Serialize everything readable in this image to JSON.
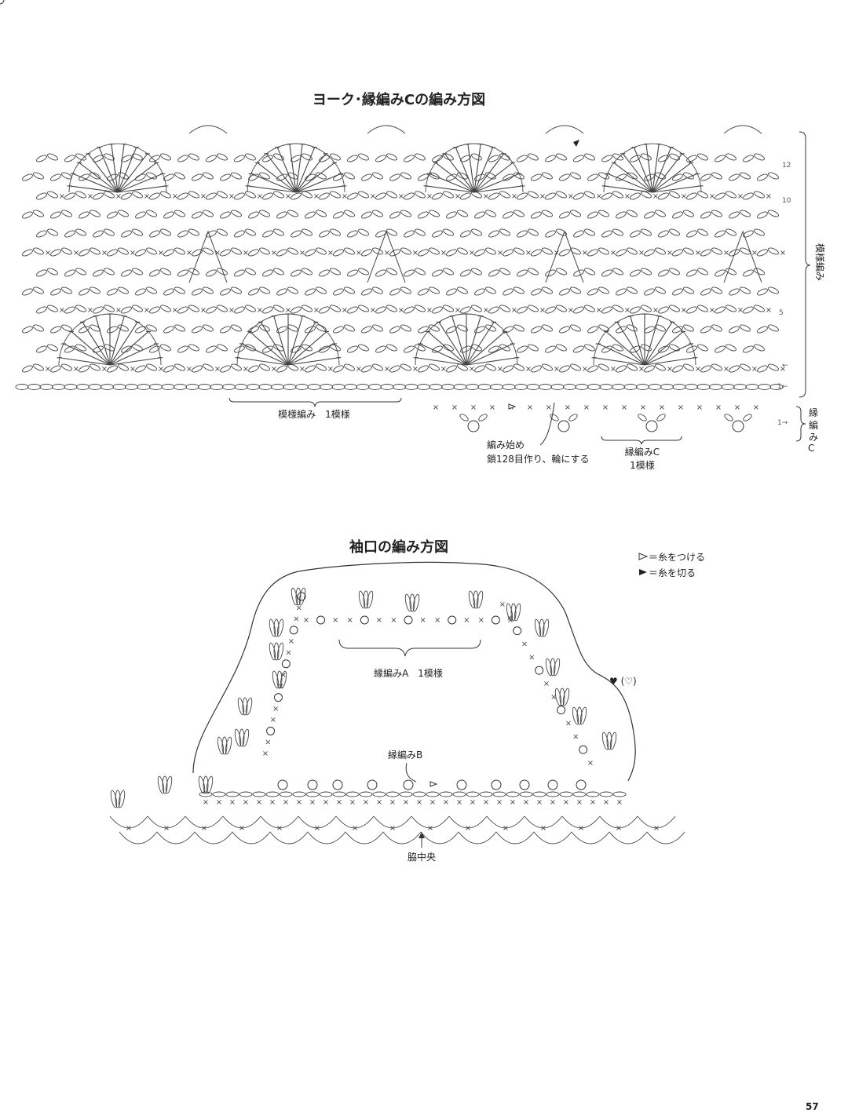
{
  "yoke": {
    "title": "ヨーク･縁編みCの編み方図",
    "row_numbers": [
      "12",
      "10",
      "5",
      "←",
      "1←",
      "1→"
    ],
    "side_label_pattern": "模様編み",
    "side_label_edging": "縁編みC",
    "pattern_repeat_label": "模様編み　1模様",
    "start_label_line1": "編み始め",
    "start_label_line2": "鎖128目作り、輪にする",
    "edging_repeat_line1": "縁編みC",
    "edging_repeat_line2": "1模様"
  },
  "cuff": {
    "title": "袖口の編み方図",
    "legend": [
      {
        "symbol": "▷",
        "text": "＝糸をつける"
      },
      {
        "symbol": "▶",
        "text": "＝糸を切る"
      }
    ],
    "heart_label": "♥ (♡)",
    "edging_a_label": "縁編みA　1模様",
    "edging_b_label": "縁編みB",
    "center_label": "脇中央"
  },
  "page_number": "57",
  "colors": {
    "ink": "#333333",
    "background": "#ffffff"
  }
}
